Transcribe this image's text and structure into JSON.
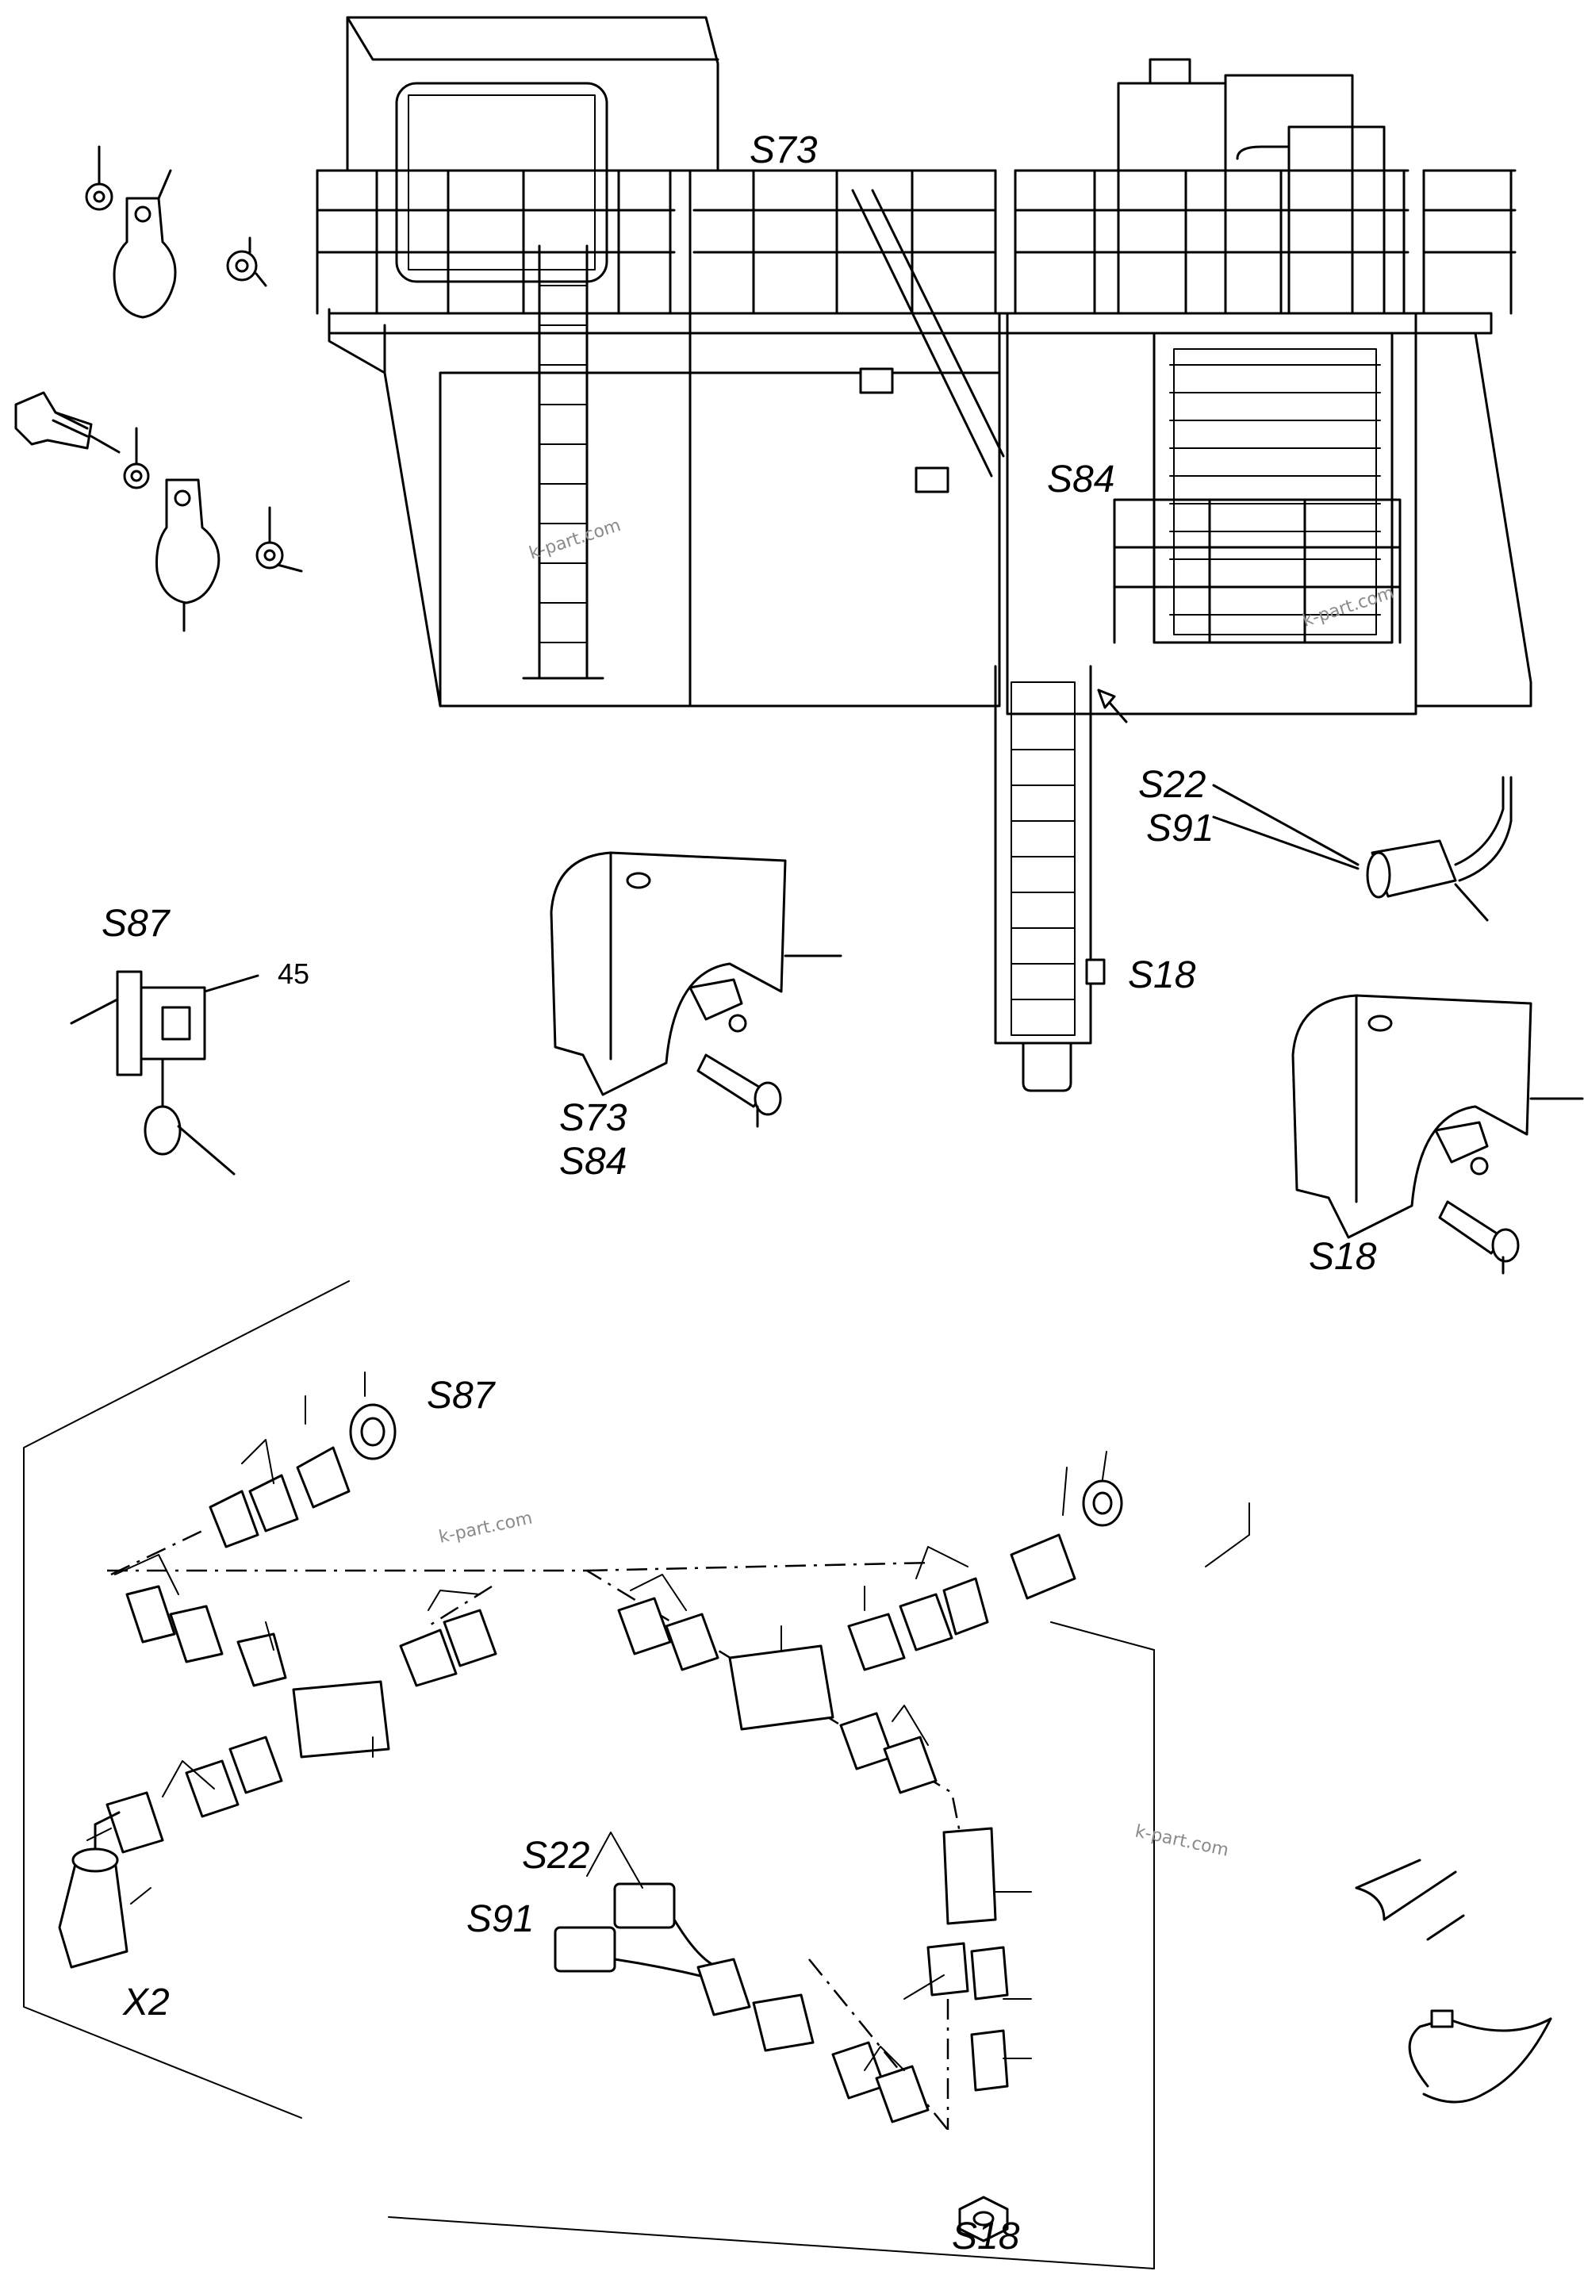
{
  "labels": {
    "s73_top": "S73",
    "s84_top": "S84",
    "s22_top": "S22",
    "s91_top": "S91",
    "s87_top": "S87",
    "part_45": "45",
    "s18_ladder": "S18",
    "s73_cover": "S73",
    "s84_cover": "S84",
    "s18_cover": "S18",
    "s87_harness": "S87",
    "s22_harness": "S22",
    "s91_harness": "S91",
    "x2_connector": "X2",
    "s18_bottom": "S18"
  },
  "watermarks": {
    "wm1": "k-part.com",
    "wm2": "k-part.com",
    "wm3": "k-part.com",
    "wm4": "k-part.com"
  },
  "colors": {
    "stroke": "#000000",
    "watermark": "#8a8a8a",
    "background": "#ffffff"
  }
}
